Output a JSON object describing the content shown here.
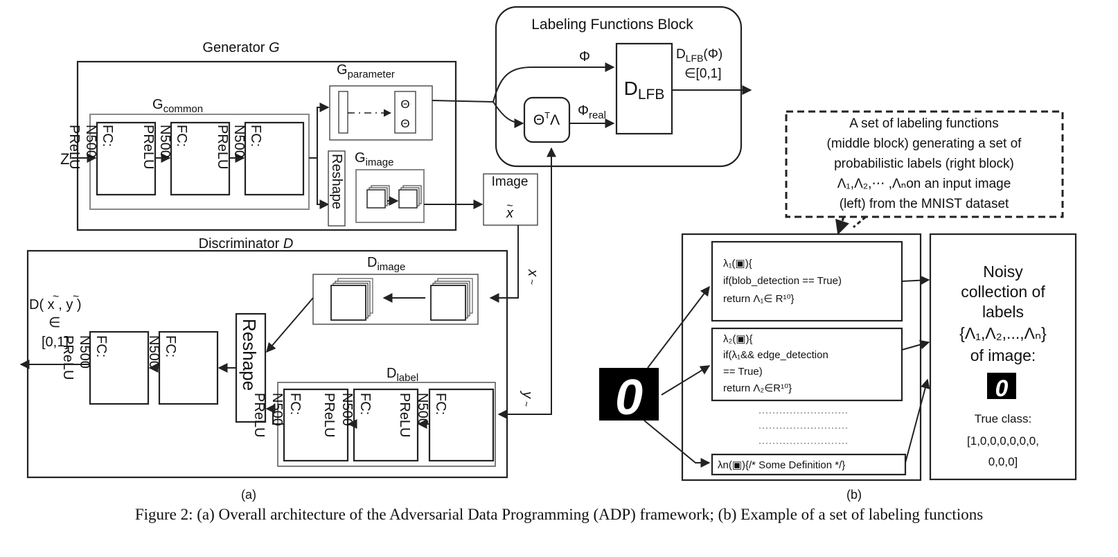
{
  "generator": {
    "title": "Generator",
    "symbol": "G",
    "common": {
      "base": "G",
      "sub": "common"
    },
    "parameter": {
      "base": "G",
      "sub": "parameter",
      "theta": "Θ"
    },
    "image": {
      "base": "G",
      "sub": "image"
    },
    "reshape": "Reshape",
    "input": "Z",
    "fc_layer": [
      "FC:",
      "N500",
      "PReLU"
    ]
  },
  "labeling_block": {
    "title": "Labeling Functions Block",
    "phi": "Φ",
    "phi_real_base": "Φ",
    "phi_real_sub": "real",
    "theta_lambda": {
      "base": "Θ",
      "sup": "T",
      "tail": "Λ"
    },
    "dlfb_base": "D",
    "dlfb_sub": "LFB",
    "output_line1_base": "D",
    "output_line1_sub": "LFB",
    "output_line1_tail": "(Φ)",
    "output_line2": "∈[0,1]"
  },
  "image_node": {
    "label": "Image",
    "x_tilde": "x"
  },
  "discriminator": {
    "title": "Discriminator",
    "symbol": "D",
    "image_block": {
      "base": "D",
      "sub": "image"
    },
    "label_block": {
      "base": "D",
      "sub": "label"
    },
    "reshape": "Reshape",
    "x_tilde": "x",
    "y_tilde": "y",
    "output_line1": "D( x , y )",
    "output_line2": "∈",
    "output_line3": "[0,1]"
  },
  "part_labels": {
    "a": "(a)",
    "b": "(b)"
  },
  "explanation": [
    "A set of labeling functions",
    "(middle block) generating a set of",
    "probabilistic labels (right block)",
    "Λ₁,Λ₂,⋯ ,Λₙon an input image",
    "(left) from the MNIST dataset"
  ],
  "labeling_functions": [
    {
      "line1": "λ₁(▣){",
      "line2": "if(blob_detection == True)",
      "line3": "return Λ₁∈ R¹⁰}"
    },
    {
      "line1": "λ₂(▣){",
      "line2": "if(λ₁&& edge_detection",
      "line3": "== True)",
      "line4": "return Λ₂∈R¹⁰}"
    },
    {
      "line1": "λn(▣){/* Some Definition */}"
    }
  ],
  "noisy": {
    "lines": [
      "Noisy",
      "collection of",
      "labels",
      "{Λ₁,Λ₂,...,Λₙ}",
      "of image:"
    ],
    "true_class_label": "True class:",
    "true_class_value_1": "[1,0,0,0,0,0,0,",
    "true_class_value_2": "0,0,0]"
  },
  "mnist_digit": "0",
  "caption": "Figure 2: (a) Overall architecture of the Adversarial Data Programming (ADP) framework; (b) Example of a set of labeling functions"
}
